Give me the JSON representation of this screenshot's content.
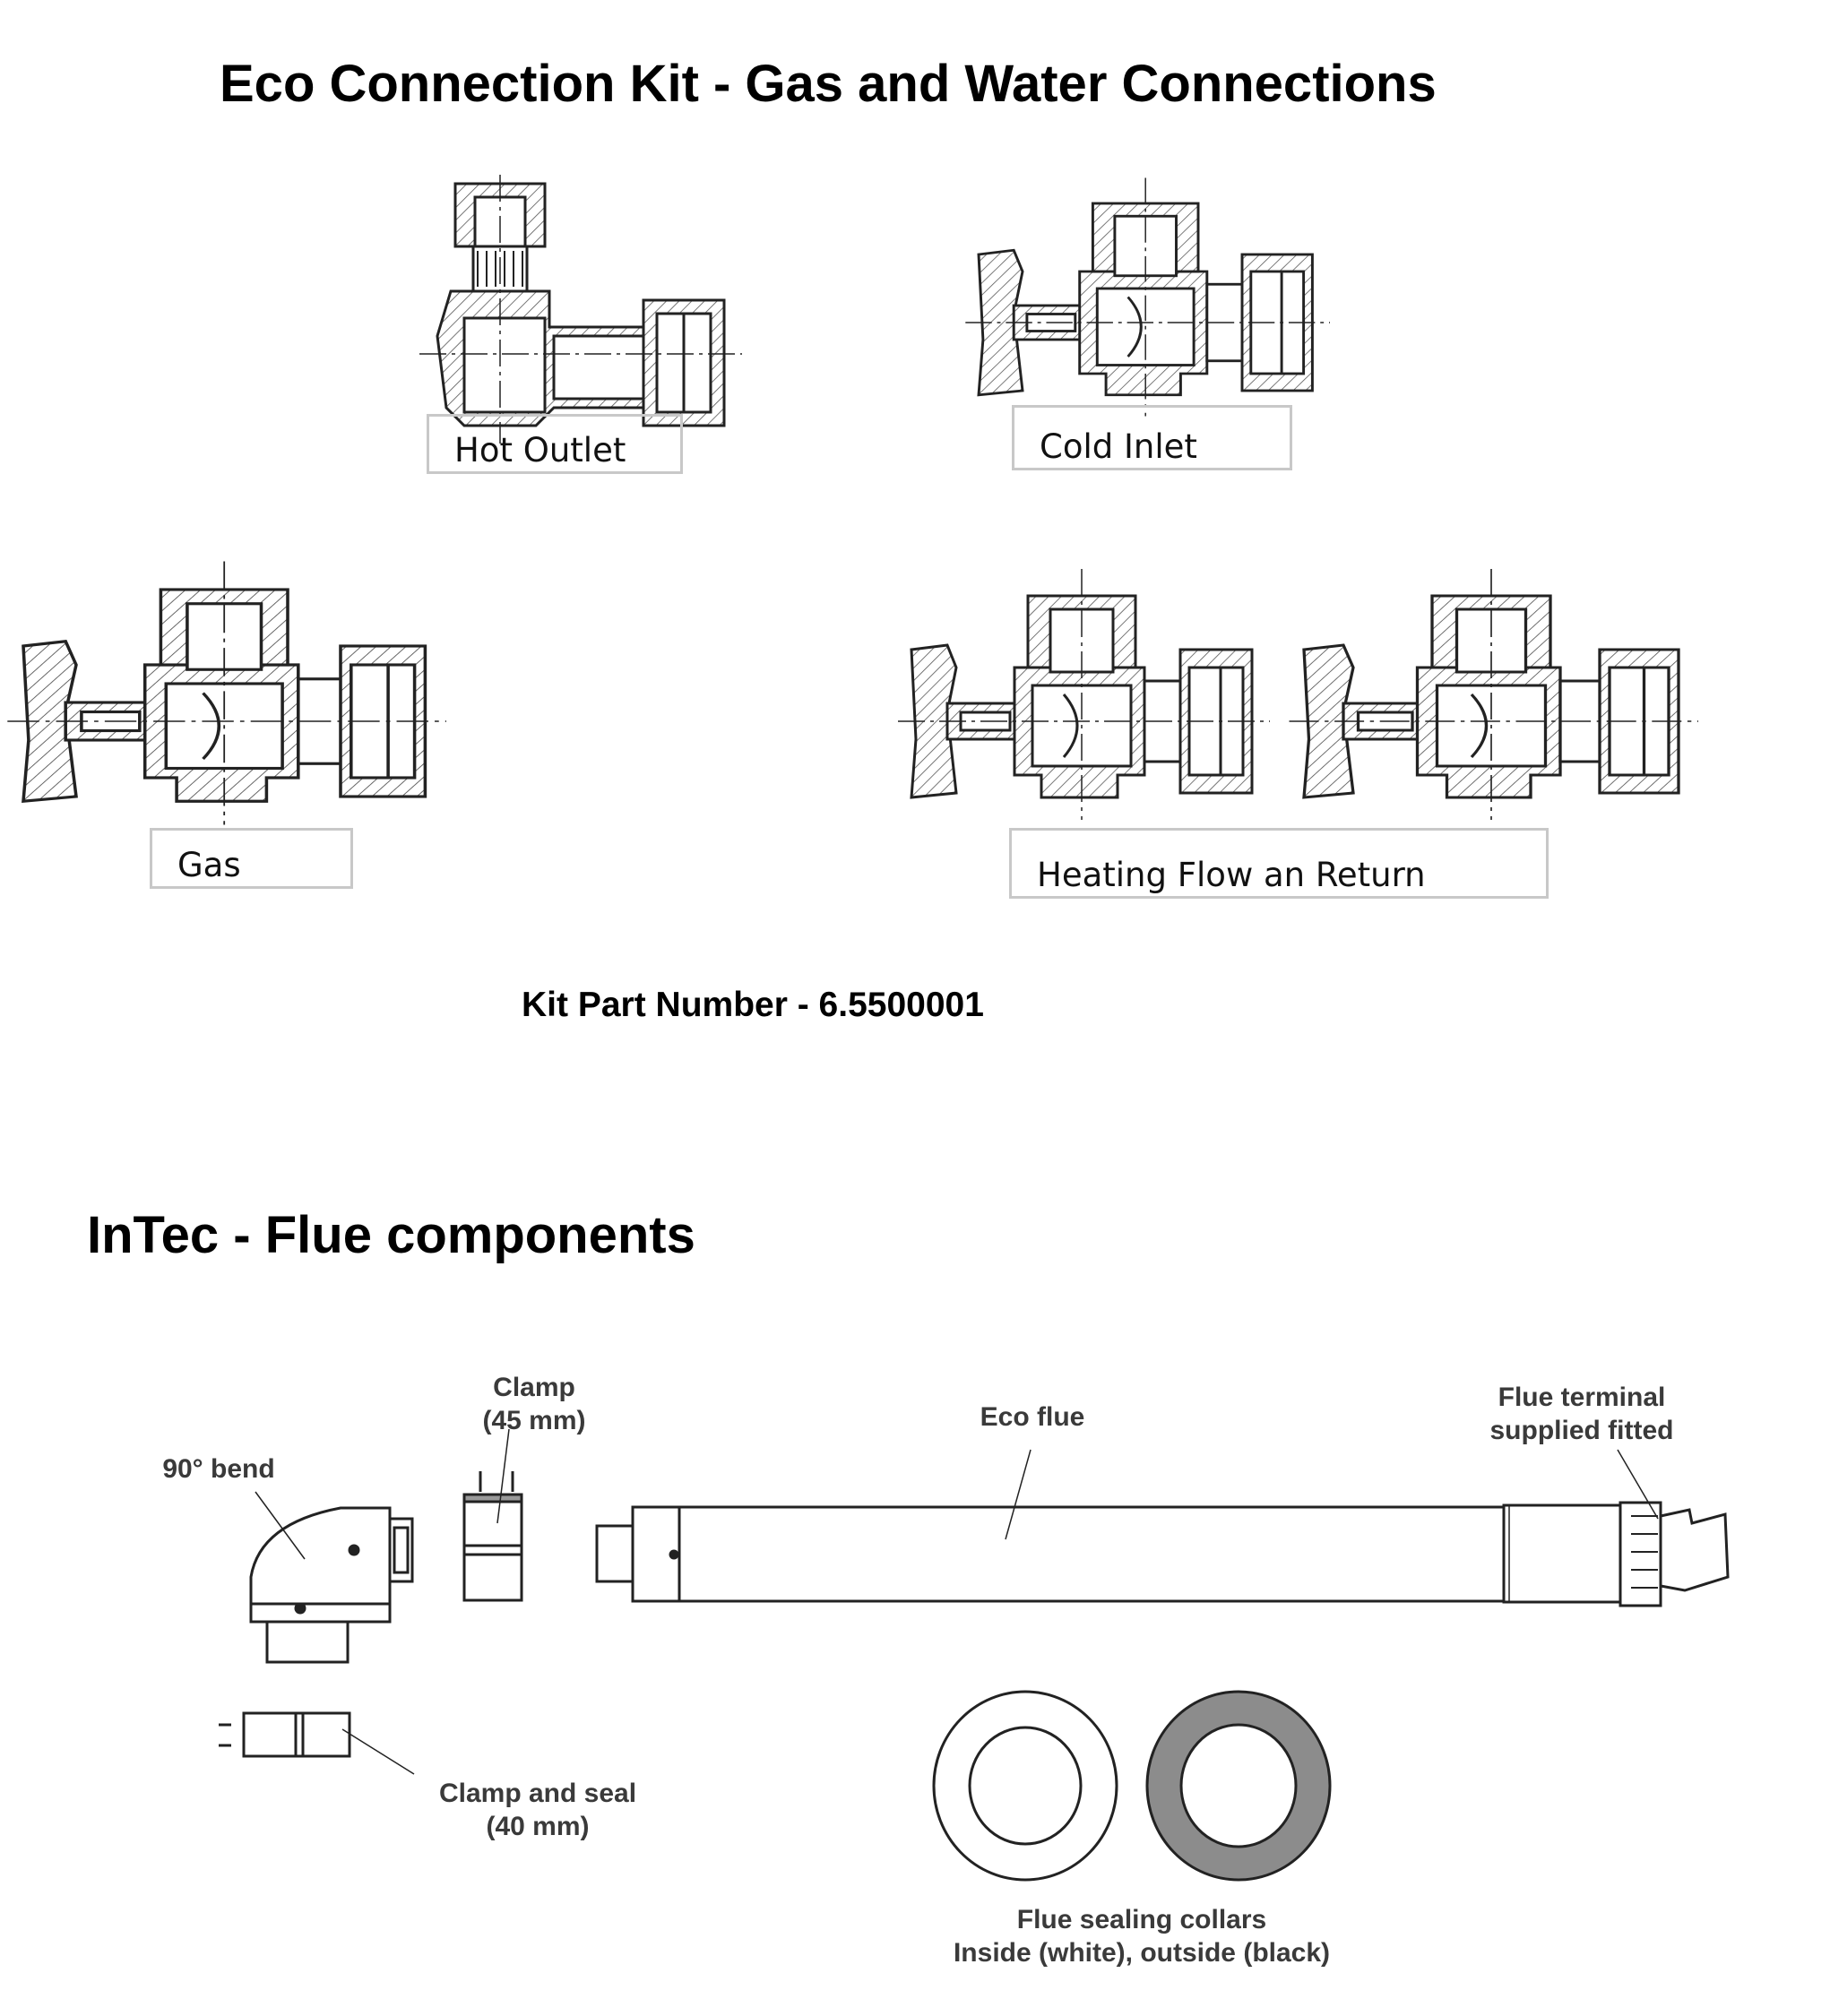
{
  "section1": {
    "title": "Eco Connection Kit - Gas and Water Connections",
    "labels": {
      "hot_outlet": "Hot Outlet",
      "cold_inlet": "Cold Inlet",
      "gas": "Gas",
      "heating": "Heating Flow an Return"
    },
    "part_number": "Kit Part Number - 6.5500001"
  },
  "section2": {
    "title": "InTec  - Flue components",
    "labels": {
      "clamp_45_line1": "Clamp",
      "clamp_45_line2": "(45 mm)",
      "bend": "90° bend",
      "eco_flue": "Eco flue",
      "terminal_line1": "Flue terminal",
      "terminal_line2": "supplied fitted",
      "clamp_seal_line1": "Clamp and seal",
      "clamp_seal_line2": "(40 mm)",
      "collars_line1": "Flue sealing collars",
      "collars_line2": "Inside (white), outside (black)"
    }
  },
  "colors": {
    "collar_black": "#8c8c8c",
    "label_border": "#c8c8c8"
  }
}
